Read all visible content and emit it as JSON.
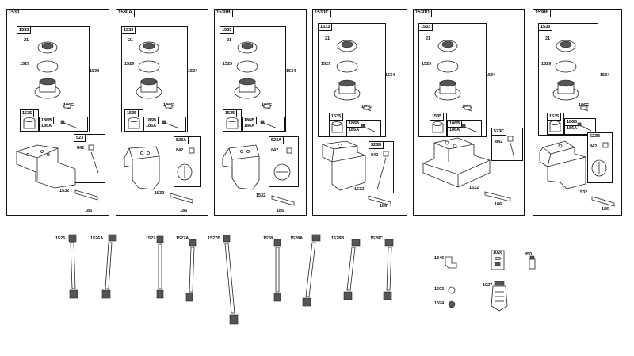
{
  "panels": [
    {
      "title": "1530",
      "sub_top": "1533",
      "p21": "21",
      "p1529": "1529",
      "p1534": "1534",
      "p186c": "186C",
      "sub_a": "1535",
      "sub_b": "186B",
      "p186a": "186A",
      "sub_c": "523",
      "p842": "842",
      "p1532": "1532",
      "p186": "186"
    },
    {
      "title": "1530A",
      "sub_top": "1533",
      "p21": "21",
      "p1529": "1529",
      "p1534": "1534",
      "p186c": "186C",
      "sub_a": "1535",
      "sub_b": "186B",
      "p186a": "186A",
      "sub_c": "523A",
      "p842": "842",
      "p1532": "1532",
      "p186": "186"
    },
    {
      "title": "1530B",
      "sub_top": "1533",
      "p21": "21",
      "p1529": "1529",
      "p1534": "1534",
      "p186c": "186C",
      "sub_a": "1535",
      "sub_b": "186B",
      "p186a": "186A",
      "sub_c": "523A",
      "p842": "842",
      "p1532": "1532",
      "p186": "186"
    },
    {
      "title": "1530C",
      "sub_top": "1533",
      "p21": "21",
      "p1529": "1529",
      "p1534": "1534",
      "p186c": "186C",
      "sub_a": "1535",
      "sub_b": "186B",
      "p186a": "186A",
      "sub_c": "523B",
      "p842": "842",
      "p1532": "1532",
      "p186": "186"
    },
    {
      "title": "1530D",
      "sub_top": "1533",
      "p21": "21",
      "p1529": "1529",
      "p1534": "1534",
      "p186c": "186C",
      "sub_a": "1535",
      "sub_b": "186B",
      "p186a": "186A",
      "sub_c": "523C",
      "p842": "842",
      "p1532": "1532",
      "p186": "186"
    },
    {
      "title": "1530E",
      "sub_top": "1533",
      "p21": "21",
      "p1529": "1529",
      "p1534": "1534",
      "p186c": "186C",
      "sub_a": "1535",
      "sub_b": "186B",
      "p186a": "186A",
      "sub_c": "523B",
      "p842": "842",
      "p1532": "1532",
      "p186": "186"
    }
  ],
  "lines": {
    "l1526": "1526",
    "l1526a": "1526A",
    "l1527": "1527",
    "l1527a": "1527A",
    "l1527b": "1527B",
    "l1528": "1528",
    "l1528a": "1528A",
    "l1528b": "1528B",
    "l1528c": "1528C"
  },
  "misc": {
    "m1346": "1346",
    "m1593": "1593",
    "m1594": "1594",
    "m1026": "1026",
    "m1027": "1027",
    "m850": "850"
  }
}
